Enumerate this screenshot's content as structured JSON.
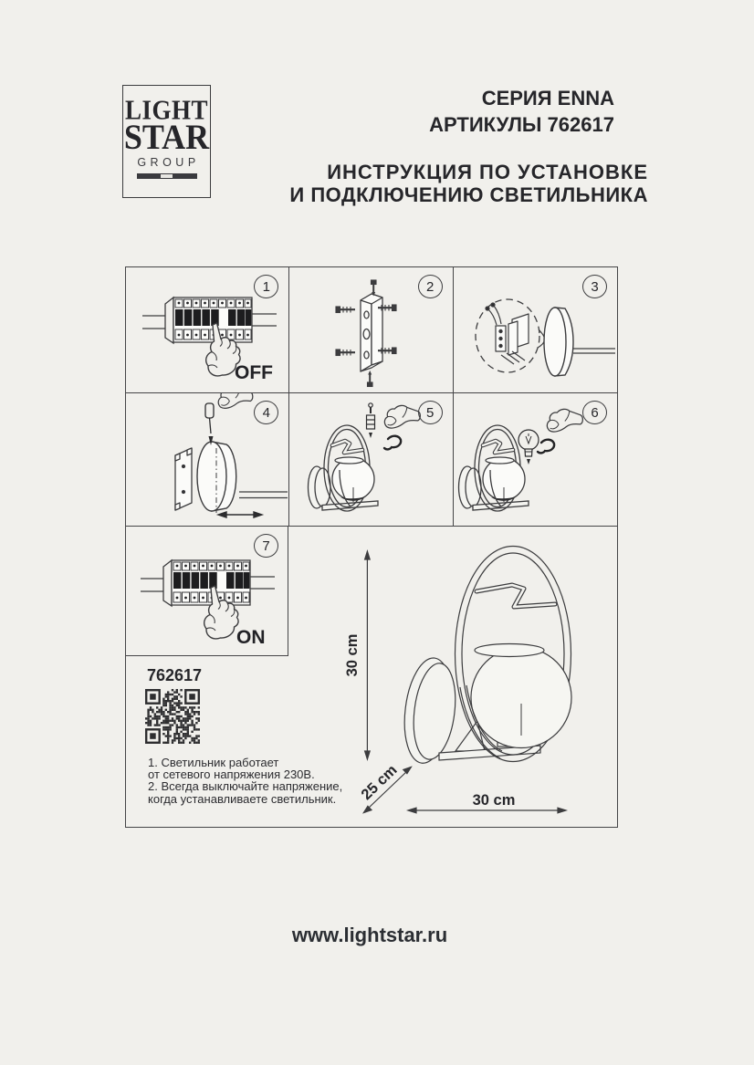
{
  "page": {
    "background": "#f1f0ec",
    "ink": "#3c3c3e"
  },
  "logo": {
    "line1": "LIGHT",
    "line2": "STAR",
    "line3": "GROUP"
  },
  "header": {
    "series": "СЕРИЯ ENNA",
    "article": "АРТИКУЛЫ 762617",
    "title_line1": "ИНСТРУКЦИЯ ПО УСТАНОВКЕ",
    "title_line2": "И ПОДКЛЮЧЕНИЮ СВЕТИЛЬНИКА"
  },
  "steps": [
    {
      "number": "1",
      "label": "OFF"
    },
    {
      "number": "2",
      "label": ""
    },
    {
      "number": "3",
      "label": ""
    },
    {
      "number": "4",
      "label": ""
    },
    {
      "number": "5",
      "label": ""
    },
    {
      "number": "6",
      "label": ""
    },
    {
      "number": "7",
      "label": "ON"
    }
  ],
  "product": {
    "code": "762617",
    "notes": [
      "1. Светильник работает",
      "от сетевого напряжения 230В.",
      "2. Всегда выключайте напряжение,",
      "когда устанавливаете светильник."
    ]
  },
  "dimensions": {
    "height": "30 cm",
    "width": "30 cm",
    "depth": "25 cm"
  },
  "footer": {
    "website": "www.lightstar.ru"
  }
}
